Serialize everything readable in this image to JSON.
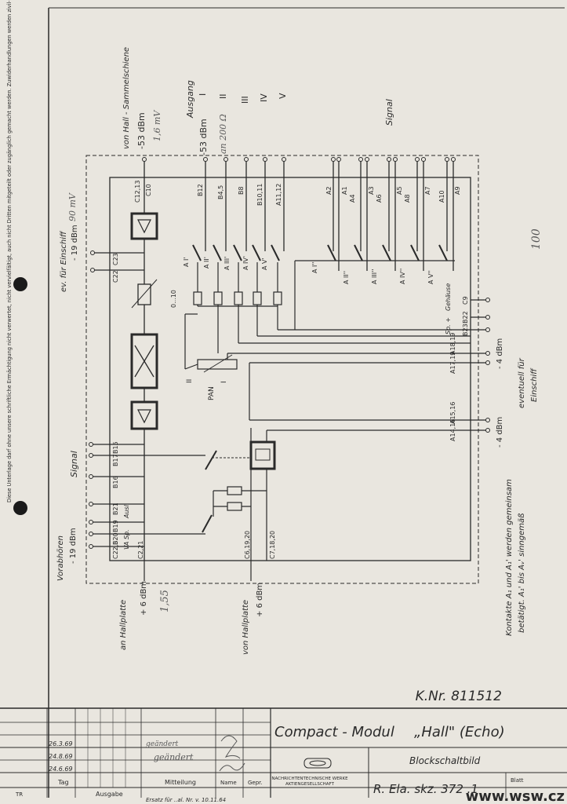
{
  "title_block": {
    "knr": "K.Nr. 811512",
    "product": "Compact - Modul",
    "name": "„Hall\" (Echo)",
    "sheet_type": "Blockschaltbild",
    "drawing_no": "R. Ela. skz. 372 .1",
    "blatt_label": "Blatt",
    "company_line1": "NACHRICHTENTECHNISCHE WERKE",
    "company_line2": "AKTIENGESELLSCHAFT",
    "revisions": [
      {
        "date": "26.3.69",
        "text": "geändert"
      },
      {
        "date": "24.8.69",
        "text": "geändert"
      },
      {
        "date": "24.6.69",
        "text": ""
      }
    ],
    "col_tag": "Tag",
    "col_ausgabe": "Ausgabe",
    "col_mitteilung": "Mitteilung",
    "col_name": "Name",
    "col_gepr": "Gepr.",
    "tr": "TR",
    "ersatz": "Ersatz für ..al. Nr. v. 10.11.64"
  },
  "watermark": "www.wsw.cz",
  "side_note": "Diese Unterlage darf ohne unsere schriftliche Ermächtigung nicht verwertet, nicht vervielfältigt, auch nicht Dritten mitgeteilt oder zugänglich gemacht werden. Zuwiderhandlungen werden zivil- und strafrechtlich verfolgt. Für den Fall der Patenterteilung bleiben uns alle Rechte vorbehalten.",
  "labels": {
    "hall_bus": "von Hall - Sammelschiene",
    "minus53_a": "-53 dBm",
    "hw_16mv": "1,6 mV",
    "ausgang": "Ausgang",
    "minus53_b": "-53 dBm",
    "hw_an200": "an 200 Ω",
    "roman": [
      "I",
      "II",
      "III",
      "IV",
      "V"
    ],
    "signal_top": "Signal",
    "einschiff": "ev. für Einschiff",
    "einschiff_dbm": "- 19 dBm",
    "hw_90mv": "90 mV",
    "hw_100": "100",
    "vorab": "Vorabhören",
    "vorab_dbm": "- 19 dBm",
    "signal_left": "Signal",
    "an_hallplatte": "an Hallplatte",
    "an_dbm": "+ 6 dBm",
    "hw_155": "1,55",
    "von_hallplatte": "von Hallplatte",
    "von_dbm": "+ 6 dBm",
    "minus4_a": "- 4 dBm",
    "eventuell": "eventuell für",
    "einschiff2": "Einschiff",
    "minus4_b": "- 4 dBm",
    "kontakt1": "Kontakte A₁ und A₁' werden gemeinsam",
    "kontakt2": "betätigt. A₁' bis Aᵥ' sinngemäß",
    "pan": "PAN",
    "pan_i": "I",
    "pan_ii": "II",
    "range": "0...10",
    "gehaeuse": "Gehäuse",
    "sp_plus": "Sp. +",
    "ausl": "Ausl.",
    "vasp": "VA Sp.",
    "top_pins": [
      "C12,13",
      "C10",
      "B12",
      "B4,5",
      "B8",
      "B10,11",
      "A11,12",
      "A2",
      "A1",
      "A4",
      "A3",
      "A6",
      "A5",
      "A8",
      "A7",
      "A10",
      "A9"
    ],
    "contacts_top": [
      "A I'",
      "A II'",
      "A III'",
      "A IV'",
      "A V'"
    ],
    "contacts_right": [
      "A I''",
      "A II''",
      "A III''",
      "A IV''",
      "A V''"
    ],
    "left_pins": [
      "C23",
      "C22",
      "B15",
      "B17",
      "B16",
      "B21",
      "B19",
      "B20",
      "C22,3",
      "C2,21",
      "C6,19,20",
      "C7,18,20"
    ],
    "right_pins": [
      "C9",
      "B22",
      "B23",
      "A18,19",
      "A17,19",
      "A15,16",
      "A14,16"
    ]
  }
}
